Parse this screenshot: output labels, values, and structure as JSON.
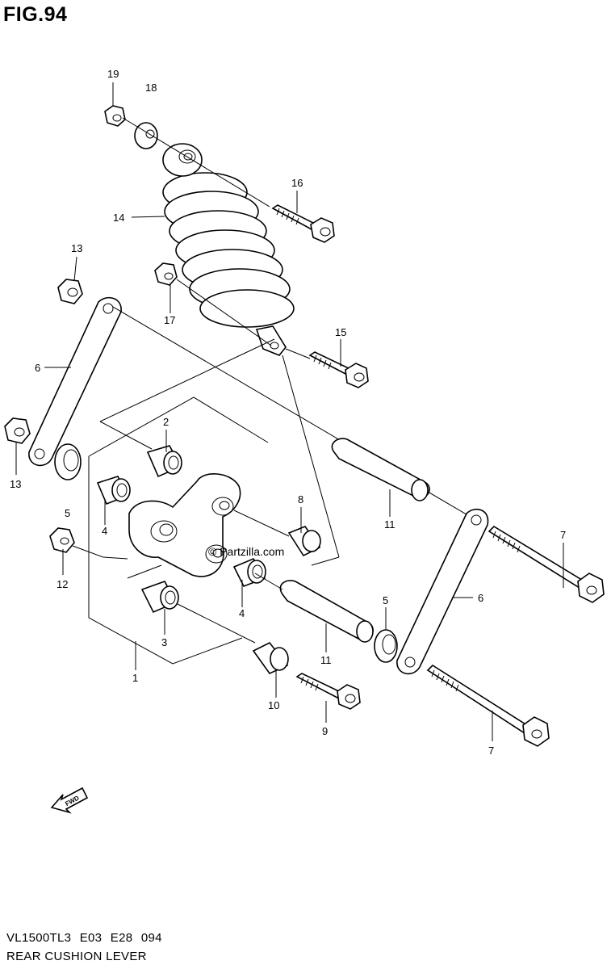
{
  "figure": {
    "title": "FIG.94",
    "model_line": "VL1500TL3  E03  E28  094",
    "caption": "REAR CUSHION LEVER",
    "watermark": "© Partzilla.com",
    "direction_label": "FWD"
  },
  "callouts": {
    "c19": "19",
    "c18": "18",
    "c16": "16",
    "c14": "14",
    "c13a": "13",
    "c17": "17",
    "c15": "15",
    "c6a": "6",
    "c2": "2",
    "c13b": "13",
    "c5a": "5",
    "c4a": "4",
    "c8": "8",
    "c11a": "11",
    "c7a": "7",
    "c12": "12",
    "c4b": "4",
    "c3": "3",
    "c5b": "5",
    "c6b": "6",
    "c1": "1",
    "c11b": "11",
    "c10": "10",
    "c9": "9",
    "c7b": "7"
  }
}
